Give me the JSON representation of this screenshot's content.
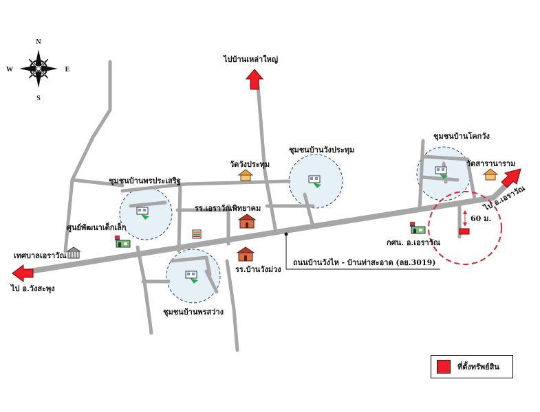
{
  "compass": {
    "n": "N",
    "s": "S",
    "e": "E",
    "w": "W"
  },
  "labels": {
    "to_ban_lao_yai": "ไปบ้านเหล่าใหญ่",
    "to_wang_saphung": "ไป อ.วังสะพุง",
    "to_erawan": "ไป อ.เอราวัณ",
    "road_name": "ถนนบ้านวังไห - บ้านท่าสะอาด (ลย.3019)",
    "distance": "60 ม.",
    "community_phon_prasoet": "ชุมชนบ้านพรประเสริฐ",
    "community_wang_prathum": "ชุมชนบ้านวังประทุม",
    "community_khok_wang": "ชุมชนบ้านโคกวัง",
    "community_phon_sawang": "ชุมชนบ้านพรสว่าง",
    "wat_wang_prathum": "วัดวังประทุม",
    "wat_saranaram": "วัดสารานาราม",
    "school_erawan": "รร.เอราวัณพิทยาคม",
    "school_ban_wang_muang": "รร.บ้านวังม่วง",
    "child_center": "ศูนย์พัฒนาเด็กเล็ก",
    "municipality": "เทศบาลเอราวัณ",
    "district_office": "กศน. อ.เอราวัณ"
  },
  "legend": {
    "text": "ที่ตั้งทรัพย์สิน"
  },
  "colors": {
    "road": "#a6a6a6",
    "marker": "#ee1c24",
    "radius_ring": "#d9232e",
    "community_fill": "#e6f0f7",
    "community_ring": "#1f3a66"
  }
}
